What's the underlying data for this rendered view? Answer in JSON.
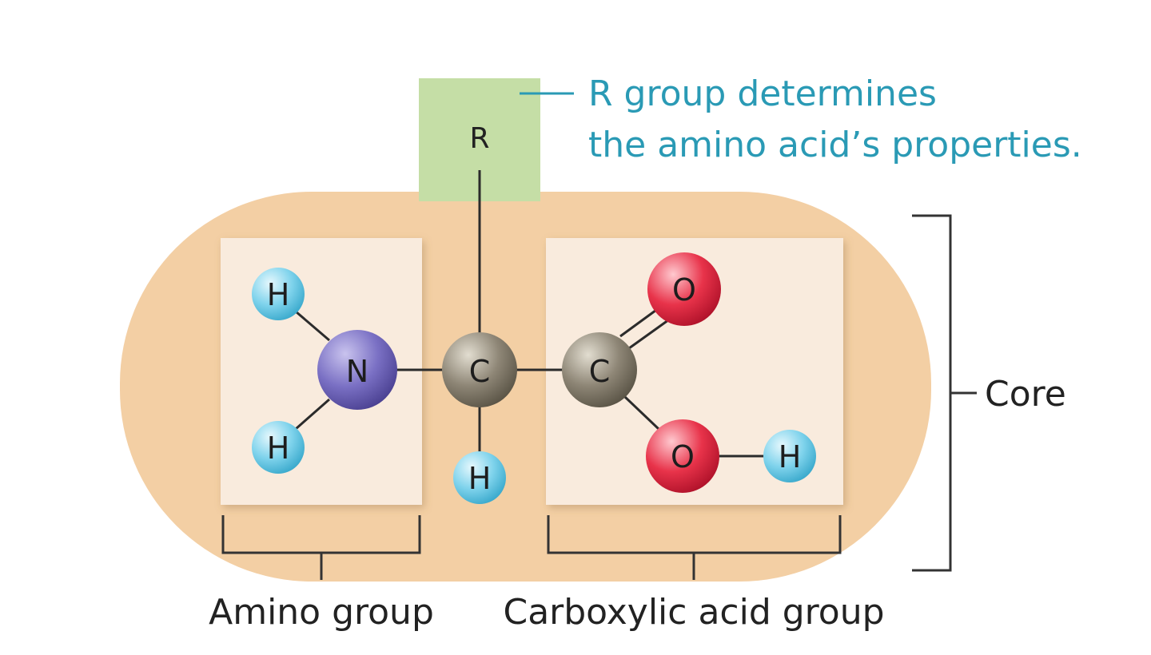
{
  "colors": {
    "core_blob": "#f3cfa4",
    "group_box": "#f9ebdd",
    "r_box": "#c5dea6",
    "callout": "#2a9ab5",
    "hydrogen": "#5cc6e4",
    "nitrogen": "#6c62b4",
    "carbon": "#827a6a",
    "oxygen": "#e0253d"
  },
  "r_group": {
    "label": "R",
    "callout_line1": "R group determines",
    "callout_line2": "the amino acid’s properties."
  },
  "atoms": {
    "h_amino_top": "H",
    "h_amino_bottom": "H",
    "nitrogen": "N",
    "alpha_carbon": "C",
    "h_alpha": "H",
    "carboxyl_carbon": "C",
    "oxygen_double": "O",
    "oxygen_hydroxyl": "O",
    "h_hydroxyl": "H"
  },
  "labels": {
    "amino_group": "Amino group",
    "carboxylic_acid_group": "Carboxylic acid group",
    "core": "Core"
  }
}
